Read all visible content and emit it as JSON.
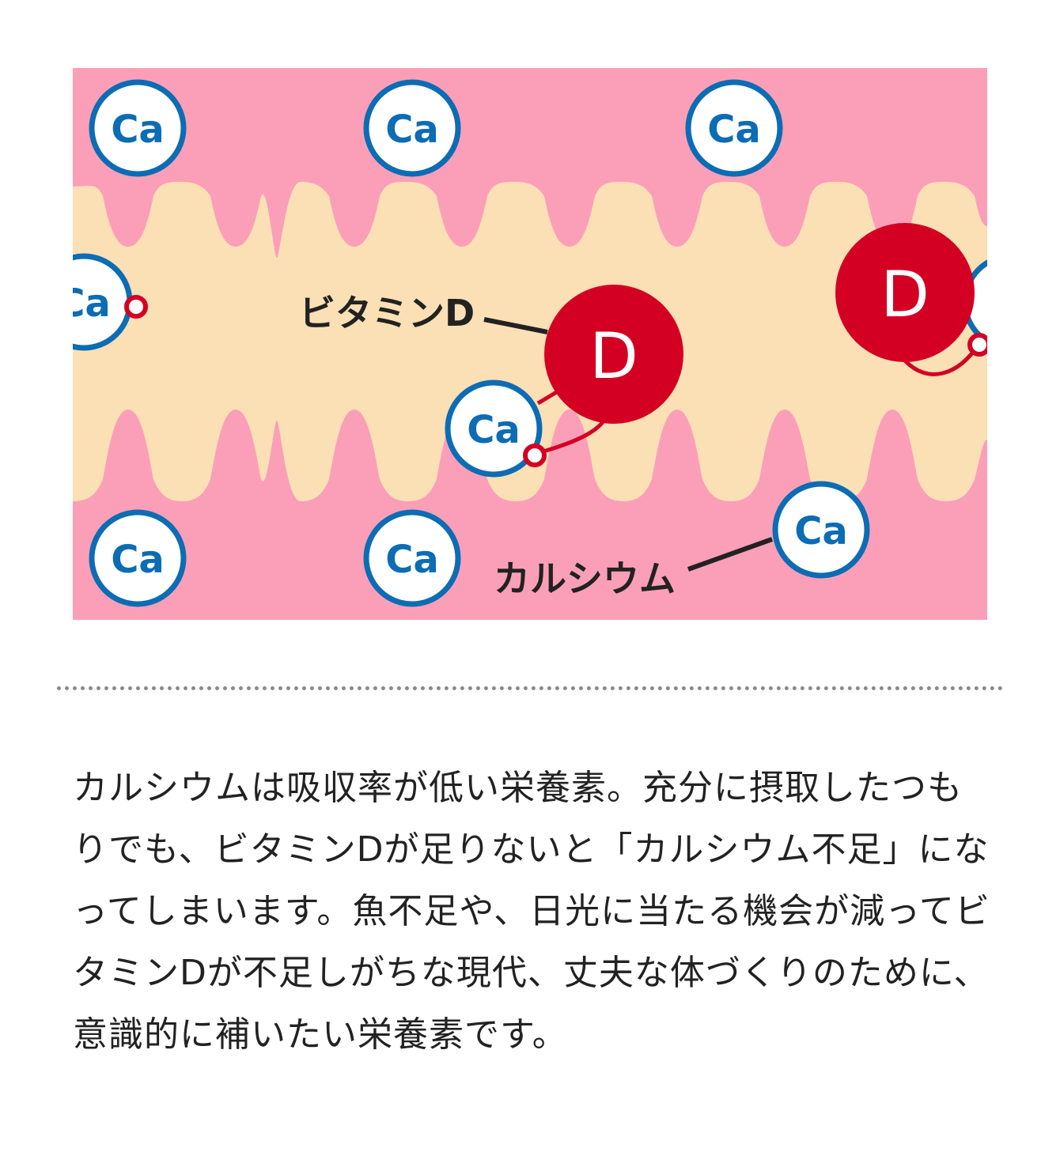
{
  "diagram": {
    "labels": {
      "vitamin_d": "ビタミンD",
      "calcium": "カルシウム"
    },
    "symbols": {
      "calcium": "Ca",
      "vitamin_d": "D"
    },
    "colors": {
      "outer_tissue": "#fb9fb8",
      "intestine_interior": "#fbe0b5",
      "calcium_ring": "#0c6cb4",
      "calcium_text": "#0c6cb4",
      "vitamin_d_fill": "#d40023",
      "label_text": "#222222"
    }
  },
  "description": "カルシウムは吸収率が低い栄養素。充分に摂取したつもりでも、ビタミンDが足りないと「カルシウム不足」になってしまいます。魚不足や、日光に当たる機会が減ってビタミンDが不足しがちな現代、丈夫な体づくりのために、意識的に補いたい栄養素です。"
}
